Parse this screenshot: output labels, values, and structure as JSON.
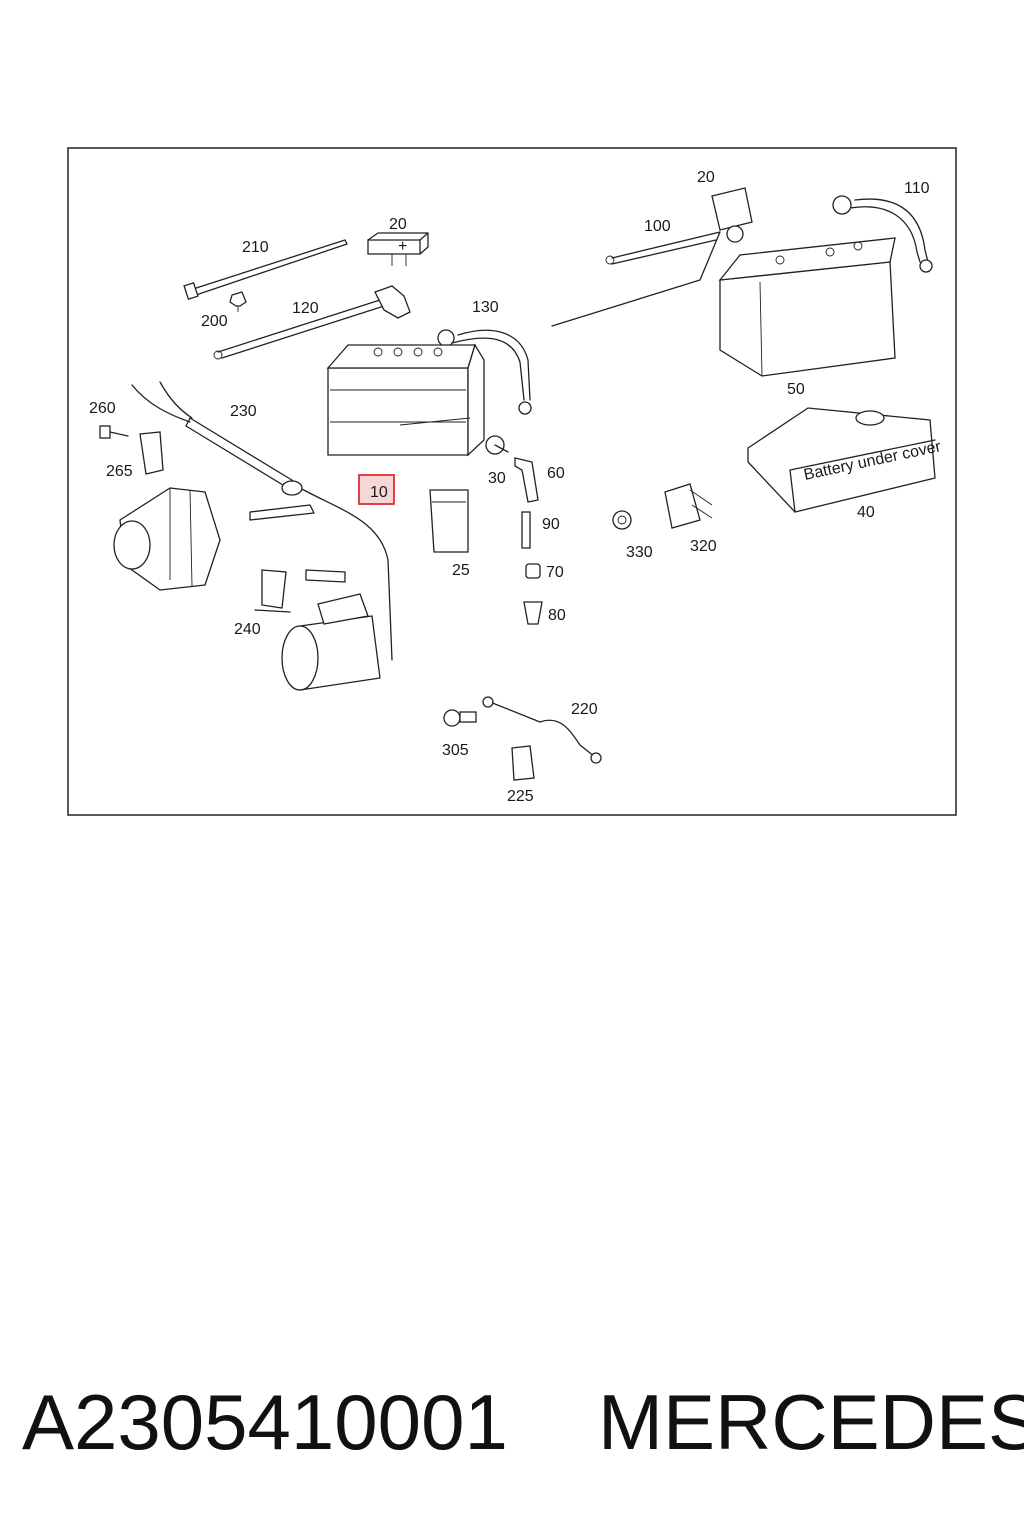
{
  "diagram": {
    "highlight_color": "#e03030",
    "highlighted_label": "10",
    "callouts": [
      "20",
      "210",
      "200",
      "120",
      "130",
      "260",
      "230",
      "265",
      "240",
      "10",
      "25",
      "30",
      "60",
      "90",
      "70",
      "80",
      "20",
      "110",
      "100",
      "50",
      "40",
      "330",
      "320",
      "305",
      "220",
      "225"
    ],
    "decals": {
      "battery_cover_text": "Battery under cover",
      "plus_sign": "+"
    }
  },
  "caption": {
    "part_number": "A2305410001",
    "brand": "MERCEDES"
  }
}
